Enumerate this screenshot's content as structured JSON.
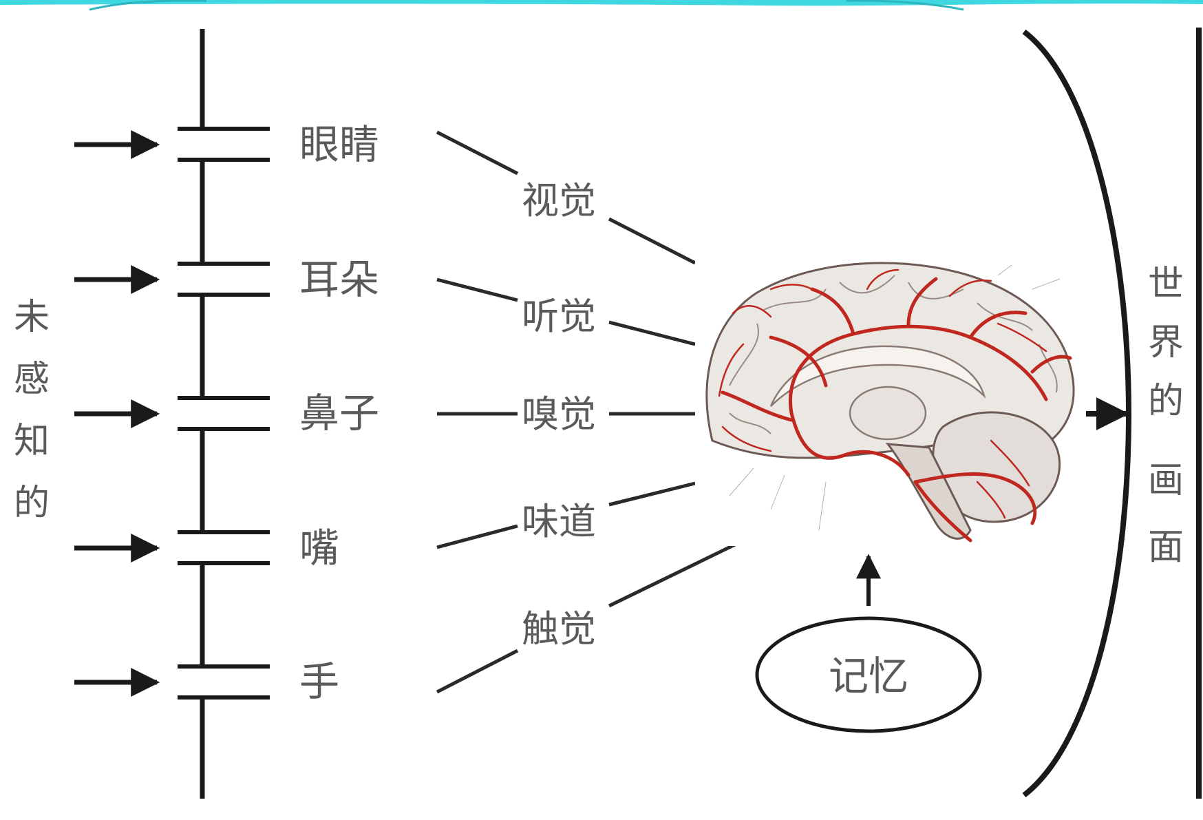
{
  "left_label": [
    "未",
    "感",
    "知",
    "的"
  ],
  "right_label": [
    "世",
    "界",
    "的",
    "画",
    "面"
  ],
  "organs": [
    "眼睛",
    "耳朵",
    "鼻子",
    "嘴",
    "手"
  ],
  "senses": [
    "视觉",
    "听觉",
    "嗅觉",
    "味道",
    "触觉"
  ],
  "memory": "记忆",
  "colors": {
    "line": "#1a1a1a",
    "text": "#5a5a5a",
    "vessel": "#c0281f",
    "brain_fill": "#ebe8e4",
    "top_banner": "#3fd8e0"
  },
  "icons": {
    "brain": "brain-illustration",
    "arrow": "arrow-right-icon",
    "memory_arrow": "arrow-up-icon"
  }
}
